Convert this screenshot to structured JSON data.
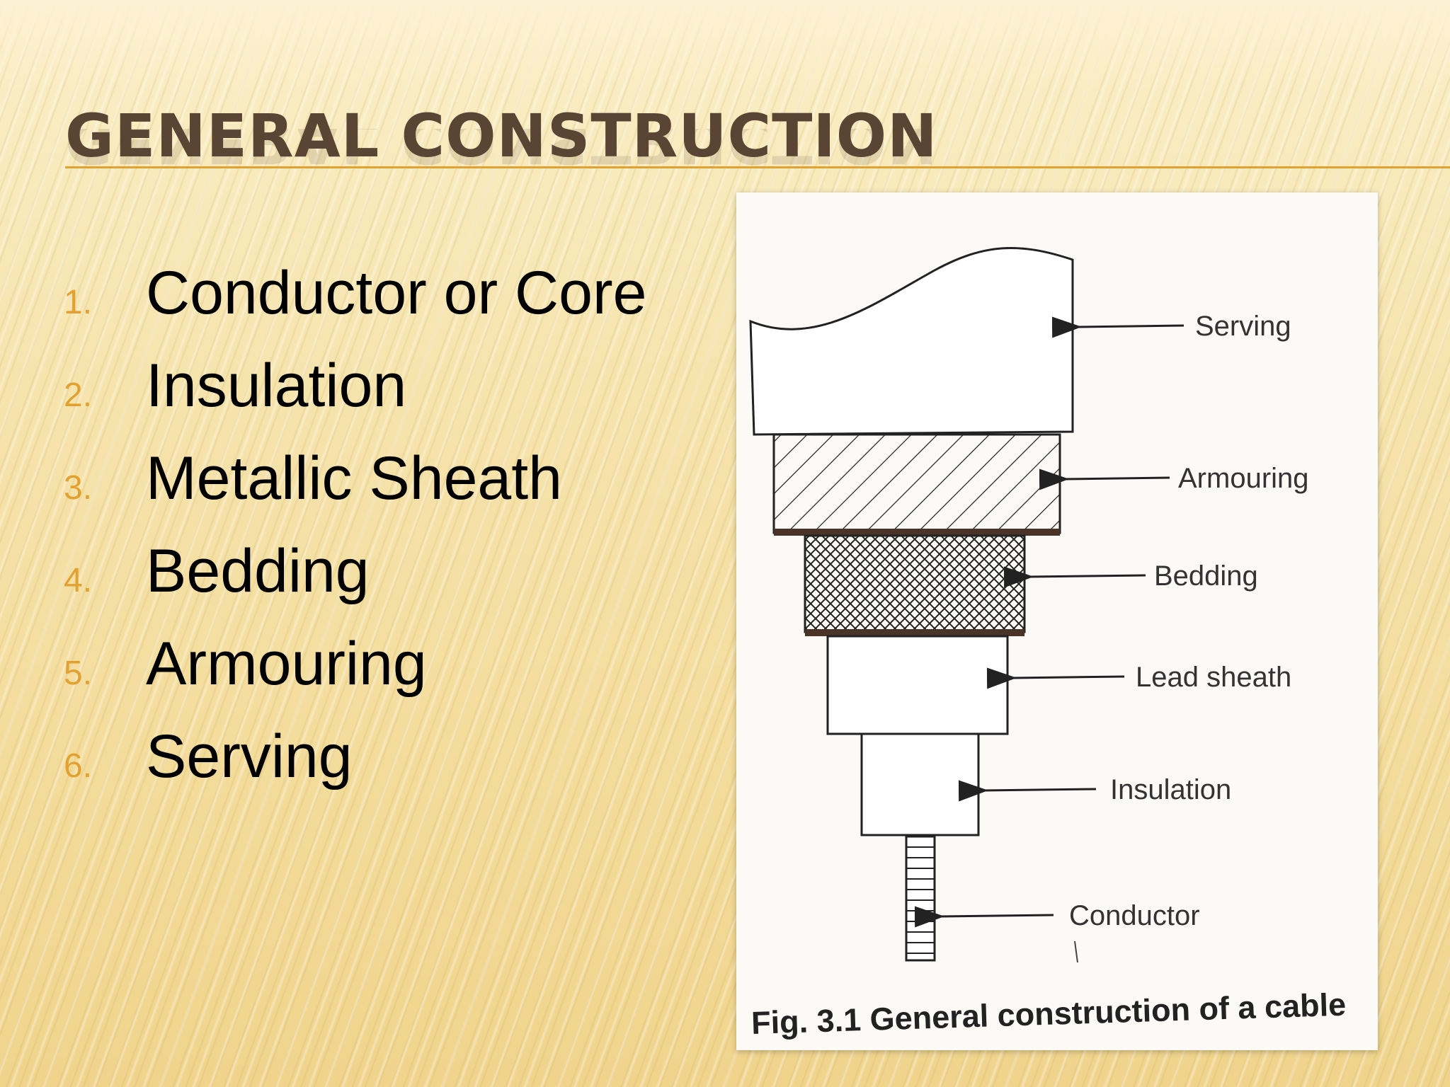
{
  "slide": {
    "title": "GENERAL CONSTRUCTION",
    "items": [
      {
        "num": "1.",
        "text": "Conductor or Core"
      },
      {
        "num": "2.",
        "text": "Insulation"
      },
      {
        "num": "3.",
        "text": "Metallic Sheath"
      },
      {
        "num": "4.",
        "text": "Bedding"
      },
      {
        "num": "5.",
        "text": "Armouring"
      },
      {
        "num": "6.",
        "text": "Serving"
      }
    ]
  },
  "figure": {
    "labels": {
      "serving": "Serving",
      "armouring": "Armouring",
      "bedding": "Bedding",
      "lead_sheath": "Lead sheath",
      "insulation": "Insulation",
      "conductor": "Conductor"
    },
    "caption": "Fig. 3.1 General construction of a cable"
  },
  "colors": {
    "title": "#5a4535",
    "accent": "#e2a232",
    "text": "#000000"
  }
}
